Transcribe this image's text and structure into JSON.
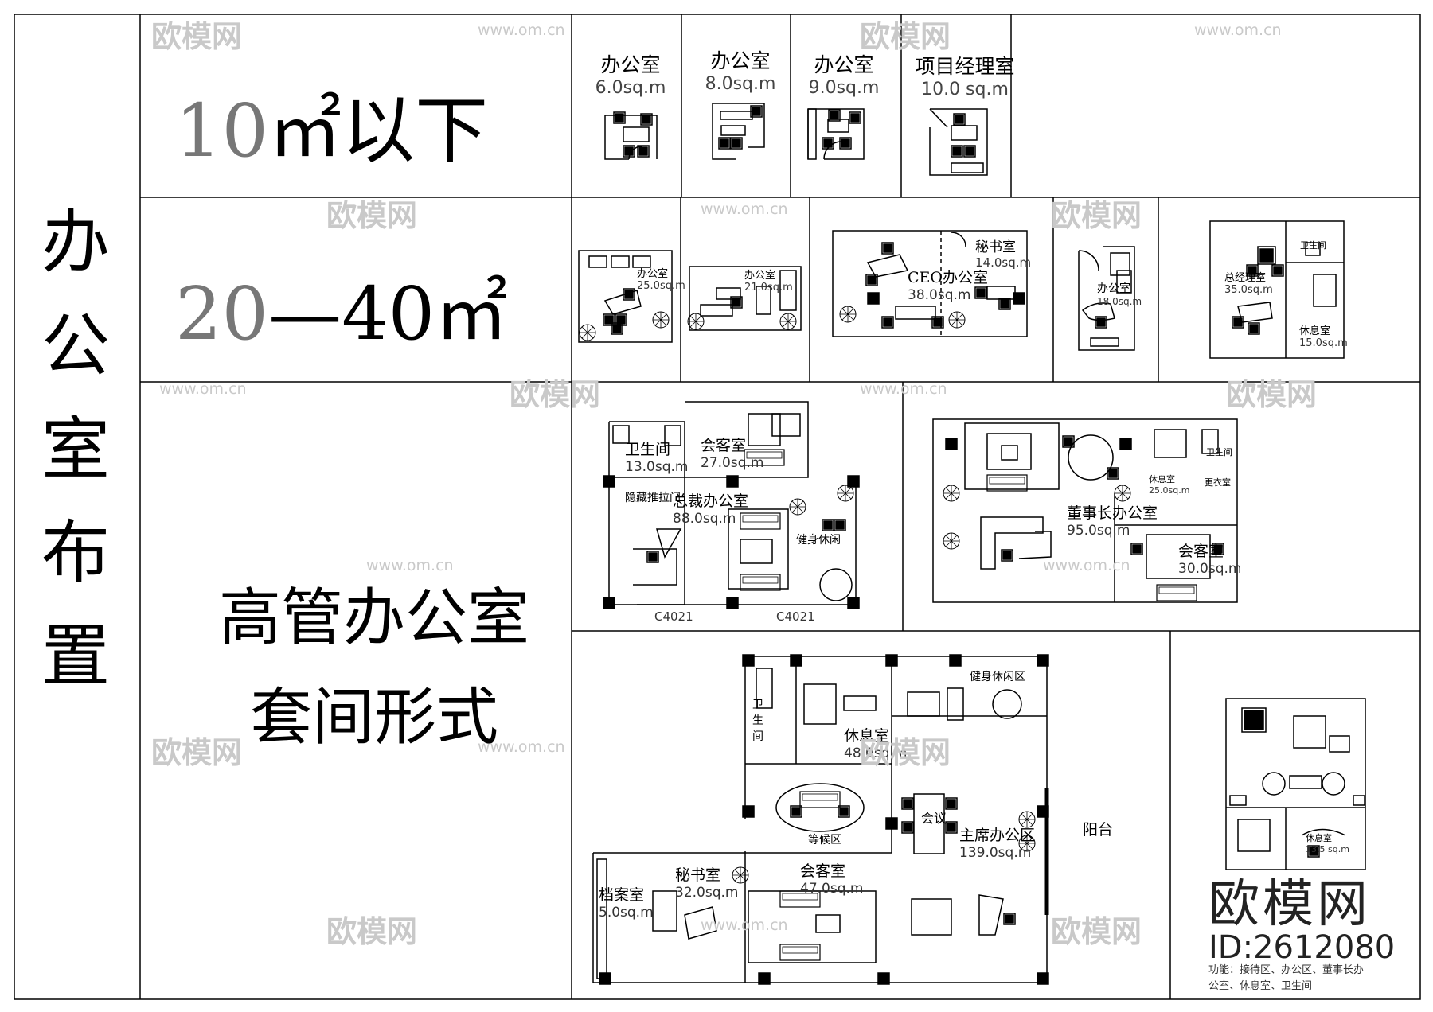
{
  "title_chars": [
    "办",
    "公",
    "室",
    "布",
    "置"
  ],
  "sections": {
    "under10": {
      "num": "10",
      "unit": "㎡以下"
    },
    "range": {
      "num": "20",
      "unit": "—40㎡"
    },
    "exec": {
      "line1": "高管办公室",
      "line2": "套间形式"
    }
  },
  "row1_rooms": [
    {
      "name": "办公室",
      "area": "6.0sq.m"
    },
    {
      "name": "办公室",
      "area": "8.0sq.m"
    },
    {
      "name": "办公室",
      "area": "9.0sq.m"
    },
    {
      "name": "项目经理室",
      "area": "10.0 sq.m"
    }
  ],
  "row2_labels": {
    "r1": {
      "name": "办公室",
      "area": "25.0sq.m"
    },
    "r2": {
      "name": "办公室",
      "area": "21.0sq.m"
    },
    "ceo": {
      "name": "CEO办公室",
      "area": "38.0sq.m"
    },
    "sec": {
      "name": "秘书室",
      "area": "14.0sq.m"
    },
    "r4": {
      "name": "办公室",
      "area": "18.0sq.m"
    },
    "gm": {
      "name": "总经理室",
      "area": "35.0sq.m"
    },
    "wc": {
      "name": "卫生间"
    },
    "rest": {
      "name": "休息室",
      "area": "15.0sq.m"
    }
  },
  "suite1": {
    "wc": {
      "name": "卫生间",
      "area": "13.0sq.m"
    },
    "recv": {
      "name": "会客室",
      "area": "27.0sq.m"
    },
    "door": "隐藏推拉门",
    "main": {
      "name": "总裁办公室",
      "area": "88.0sq.m"
    },
    "gym": "健身休闲",
    "win1": "C4021",
    "win2": "C4021"
  },
  "suite2": {
    "main": {
      "name": "董事长办公室",
      "area": "95.0sq.m"
    },
    "recv": {
      "name": "会客室",
      "area": "30.0sq.m"
    },
    "rest": {
      "name": "休息室",
      "area": "25.0sq.m"
    },
    "wc": "卫生间",
    "closet": "更衣室"
  },
  "suite3": {
    "wc": "卫生间",
    "rest": {
      "name": "休息室",
      "area": "48.0sq.m"
    },
    "gym": "健身休闲区",
    "wait": "等候区",
    "meet": "会议",
    "main": {
      "name": "主席办公区",
      "area": "139.0sq.m"
    },
    "balcony": "阳台",
    "secretary": {
      "name": "秘书室",
      "area": "32.0sq.m"
    },
    "recv": {
      "name": "会客室",
      "area": "47.0sq.m"
    },
    "archive": {
      "name": "档案室",
      "area": "5.0sq.m"
    }
  },
  "suite4": {
    "rest": {
      "name": "休息室",
      "area": "13.5 sq.m"
    }
  },
  "brand": {
    "name": "欧模网",
    "id": "ID:2612080"
  },
  "note": "功能：接待区、办公区、董事长办公室、休息室、卫生间",
  "watermark": {
    "logo": "欧模网",
    "url": "www.om.cn"
  }
}
